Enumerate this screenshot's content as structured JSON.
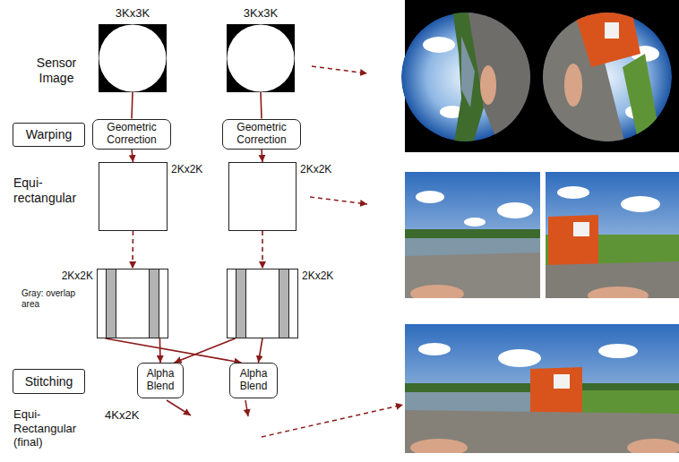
{
  "diagram": {
    "nodes": [
      {
        "text": [
          "3Kx3K"
        ]
      },
      {
        "text": [
          "3Kx3K"
        ]
      },
      {
        "text": [
          "Warping"
        ]
      },
      {
        "text": [
          "Geometric Correction"
        ]
      },
      {
        "text": [
          "Geometric Correction"
        ]
      },
      {
        "text": [
          "2Kx2K"
        ]
      },
      {
        "text": [
          "2Kx2K"
        ]
      },
      {
        "text": [
          "2Kx2K"
        ]
      },
      {
        "text": [
          "2Kx2K"
        ]
      },
      {
        "text": [
          "Stitching"
        ]
      },
      {
        "text": [
          "Alpha Blend"
        ]
      },
      {
        "text": [
          "Alpha Blend"
        ]
      }
    ],
    "edges": [
      {
        "from": 0,
        "to": 3,
        "arrow": "none"
      },
      {
        "from": 3,
        "to": 5,
        "arrow": "to"
      },
      {
        "from": 1,
        "to": 4,
        "arrow": "none"
      },
      {
        "from": 4,
        "to": 6,
        "arrow": "to"
      },
      {
        "from": 5,
        "to": 7,
        "arrow": "to"
      },
      {
        "from": 6,
        "to": 8,
        "arrow": "to"
      },
      {
        "from": 7,
        "to": 10,
        "arrow": "to"
      },
      {
        "from": 7,
        "to": 11,
        "arrow": "to"
      },
      {
        "from": 8,
        "to": 10,
        "arrow": "to"
      },
      {
        "from": 8,
        "to": 11,
        "arrow": "to"
      }
    ],
    "labels": [
      "Sensor Image",
      "Equi- rectangular",
      "Gray: overlap area",
      "Equi- Rectangular (final)",
      "4Kx2K"
    ]
  }
}
